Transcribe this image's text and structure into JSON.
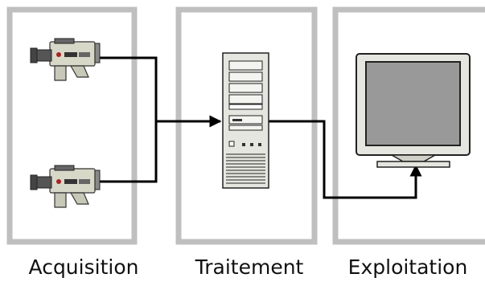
{
  "stages": [
    {
      "id": "acquisition",
      "label": "Acquisition"
    },
    {
      "id": "traitement",
      "label": "Traitement"
    },
    {
      "id": "exploitation",
      "label": "Exploitation"
    }
  ],
  "devices": {
    "acquisition": [
      "video-camera-icon",
      "video-camera-icon"
    ],
    "traitement": [
      "tower-computer-icon"
    ],
    "exploitation": [
      "crt-monitor-icon"
    ]
  },
  "colors": {
    "panel_border": "#bfbfbf",
    "line": "#000000",
    "device_body": "#d8d8c8",
    "screen": "#999999"
  }
}
